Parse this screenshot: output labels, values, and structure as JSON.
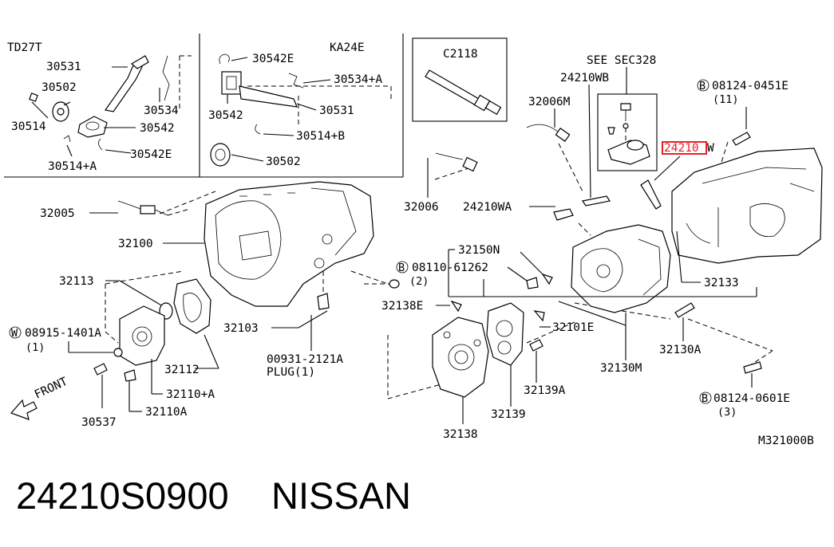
{
  "diagram": {
    "inset_td27t_title": "TD27T",
    "inset_ka24e_title": "KA24E",
    "see_sec": "SEE SEC328",
    "tube_label": "C2118",
    "diagram_code": "M321000B",
    "highlight_color": "#e8202a",
    "labels": {
      "p30531a": "30531",
      "p30502a": "30502",
      "p30514": "30514",
      "p30534": "30534",
      "p30542a": "30542",
      "p30542e_a": "30542E",
      "p30514a": "30514+A",
      "p30542e_b": "30542E",
      "p30534a": "30534+A",
      "p30542b": "30542",
      "p30531b": "30531",
      "p30514b": "30514+B",
      "p30502b": "30502",
      "p32005": "32005",
      "p32100": "32100",
      "p32113": "32113",
      "p08915": "08915-1401A",
      "p08915_qty": "(1)",
      "p32112": "32112",
      "p32103": "32103",
      "p00931": "00931-2121A",
      "p00931_plug": "PLUG(1)",
      "p32110a_plus": "32110+A",
      "p32110a": "32110A",
      "p30537": "30537",
      "front": "FRONT",
      "p24210wb": "24210WB",
      "p32006m": "32006M",
      "p08124_0451e": "08124-0451E",
      "p08124_0451e_qty": "(11)",
      "p24210_hl": "24210",
      "p24210_w": "W",
      "p32006": "32006",
      "p24210wa": "24210WA",
      "p32150n": "32150N",
      "p08110": "08110-61262",
      "p08110_qty": "(2)",
      "p32133": "32133",
      "p32138e": "32138E",
      "p32101e": "32101E",
      "p32130a": "32130A",
      "p32130m": "32130M",
      "p32139a": "32139A",
      "p32139": "32139",
      "p32138": "32138",
      "p08124_0601e": "08124-0601E",
      "p08124_0601e_qty": "(3)"
    },
    "circle_prefix_b": "B",
    "circle_prefix_w": "W"
  },
  "caption": {
    "part_number": "24210S0900",
    "brand": "NISSAN"
  }
}
